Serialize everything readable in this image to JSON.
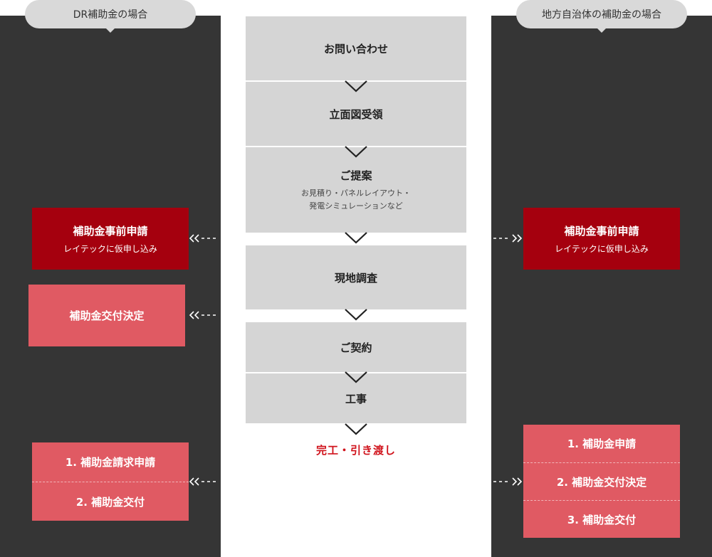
{
  "tabs": {
    "left": "DR補助金の場合",
    "right": "地方自治体の補助金の場合"
  },
  "flow": {
    "steps": [
      {
        "title": "お問い合わせ"
      },
      {
        "title": "立面図受領"
      },
      {
        "title": "ご提案",
        "sub1": "お見積り・パネルレイアウト・",
        "sub2": "発電シミュレーションなど"
      },
      {
        "title": "現地調査"
      },
      {
        "title": "ご契約"
      },
      {
        "title": "工事"
      }
    ],
    "final": "完工・引き渡し"
  },
  "left": {
    "application": {
      "title": "補助金事前申請",
      "sub": "レイテックに仮申し込み"
    },
    "decision": {
      "title": "補助金交付決定"
    },
    "rows": [
      "1. 補助金請求申請",
      "2. 補助金交付"
    ]
  },
  "right": {
    "application": {
      "title": "補助金事前申請",
      "sub": "レイテックに仮申し込み"
    },
    "rows": [
      "1. 補助金申請",
      "2. 補助金交付決定",
      "3. 補助金交付"
    ]
  },
  "colors": {
    "panel": "#353535",
    "step": "#d5d5d5",
    "dark_red": "#a5000e",
    "light_red": "#e05a63",
    "final_text": "#d0121b"
  }
}
